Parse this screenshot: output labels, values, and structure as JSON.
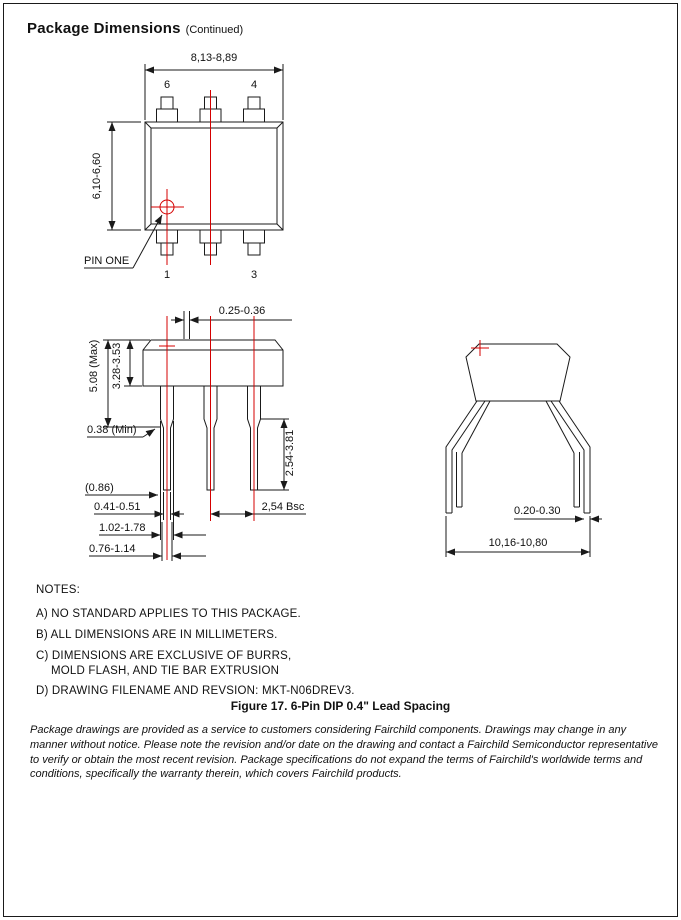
{
  "page": {
    "title": "Package Dimensions",
    "title_suffix": "(Continued)"
  },
  "top_view": {
    "dim_width": "8,13-8,89",
    "dim_height": "6,10-6,60",
    "pin6": "6",
    "pin4": "4",
    "pin1": "1",
    "pin3": "3",
    "pin_one_label": "PIN ONE"
  },
  "front_view": {
    "thickness": "0.25-0.36",
    "height_max": "5.08 (Max)",
    "body_height": "3.28-3.53",
    "standoff": "0.38 (Min)",
    "lead_length": "2.54-3.81",
    "ref": "(0.86)",
    "tip_width": "0.41-0.51",
    "pitch": "2,54 Bsc",
    "shoulder_width": "1.02-1.78",
    "mid_width": "0.76-1.14"
  },
  "side_view": {
    "lead_thickness": "0.20-0.30",
    "span": "10,16-10,80"
  },
  "notes": {
    "heading": "NOTES:",
    "a": "A) NO STANDARD APPLIES TO THIS PACKAGE.",
    "b": "B) ALL DIMENSIONS ARE IN MILLIMETERS.",
    "c1": "C) DIMENSIONS ARE EXCLUSIVE OF BURRS,",
    "c2": "MOLD FLASH, AND TIE BAR EXTRUSION",
    "d": "D) DRAWING FILENAME AND REVSION: MKT-N06DREV3."
  },
  "caption": "Figure 17. 6-Pin DIP 0.4\" Lead Spacing",
  "disclaimer": "Package drawings are provided as a service to customers considering Fairchild components. Drawings may change in any manner without notice. Please note the revision and/or date on the drawing and contact a Fairchild Semiconductor representative to verify or obtain the most recent revision. Package specifications do not expand the terms of Fairchild's worldwide terms and conditions, specifically the warranty therein, which covers Fairchild products.",
  "colors": {
    "line": "#1a1a1a",
    "centerline": "#d40000"
  }
}
